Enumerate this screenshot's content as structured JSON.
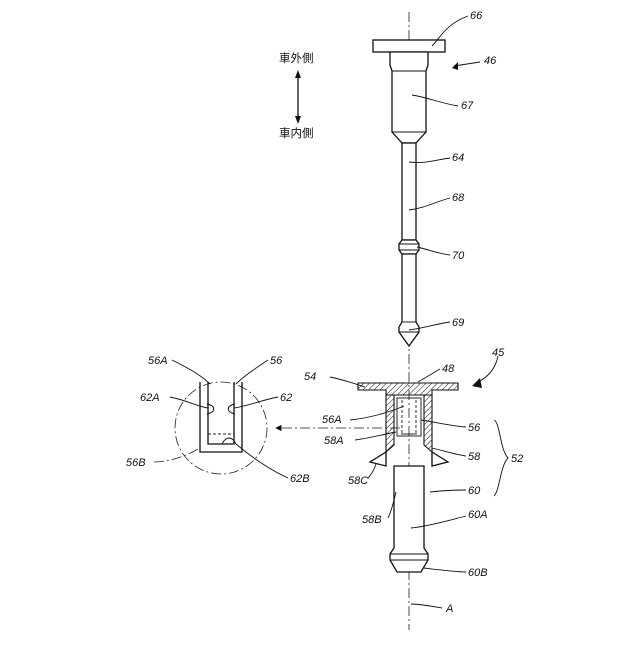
{
  "labels": {
    "l66": "66",
    "l46": "46",
    "l67": "67",
    "l64": "64",
    "l68": "68",
    "l70": "70",
    "l69": "69",
    "l45": "45",
    "l48": "48",
    "l54": "54",
    "l56A": "56A",
    "l56": "56",
    "l58A": "58A",
    "l58": "58",
    "l52": "52",
    "l58C": "58C",
    "l60": "60",
    "l58B": "58B",
    "l60A": "60A",
    "l60B": "60B",
    "lA": "A",
    "d56A": "56A",
    "d56": "56",
    "d62A": "62A",
    "d62": "62",
    "d56B": "56B",
    "d62B": "62B"
  },
  "direction": {
    "outside": "車外側",
    "inside": "車内側"
  }
}
